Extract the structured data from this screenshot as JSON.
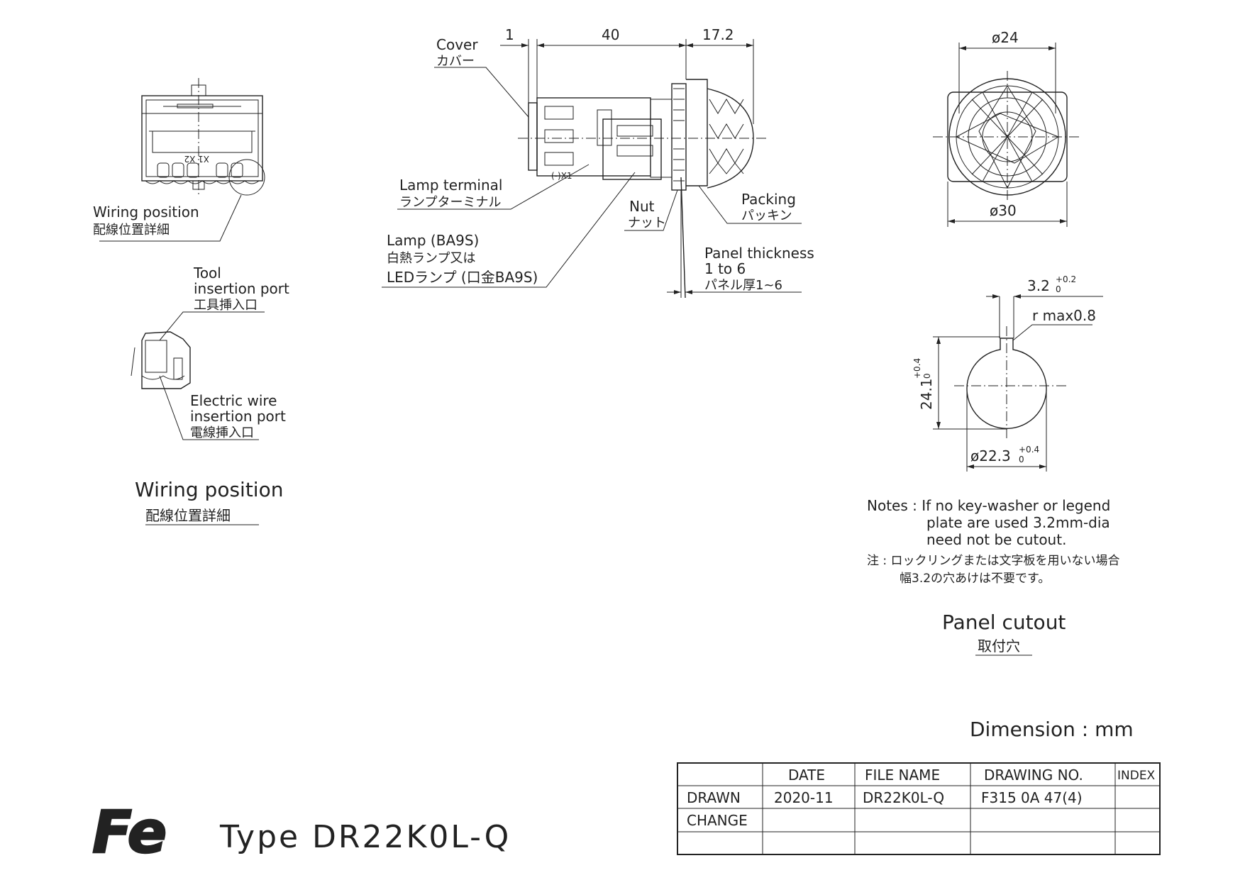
{
  "side_view": {
    "dim_1": "1",
    "dim_40": "40",
    "dim_17_2": "17.2",
    "cover_en": "Cover",
    "cover_jp": "カバー",
    "lamp_terminal_en": "Lamp terminal",
    "lamp_terminal_jp": "ランプターミナル",
    "lamp_en": "Lamp (BA9S)",
    "lamp_jp1": "白熱ランプ又は",
    "lamp_jp2": "LEDランプ (口金BA9S)",
    "nut_en": "Nut",
    "nut_jp": "ナット",
    "packing_en": "Packing",
    "packing_jp": "パッキン",
    "panel_thickness_en1": "Panel thickness",
    "panel_thickness_en2": "1 to 6",
    "panel_thickness_jp": "パネル厚1~6",
    "terminal_marking": "(-)X1"
  },
  "rear_view": {
    "wiring_position_en": "Wiring position",
    "wiring_position_jp": "配線位置詳細",
    "terminal_marking": "X1 X2"
  },
  "wiring_detail": {
    "tool_port_en1": "Tool",
    "tool_port_en2": "insertion port",
    "tool_port_jp": "工具挿入口",
    "wire_port_en1": "Electric wire",
    "wire_port_en2": "insertion port",
    "wire_port_jp": "電線挿入口",
    "caption_en": "Wiring position",
    "caption_jp": "配線位置詳細"
  },
  "front_view": {
    "dim_top": "ø24",
    "dim_bottom": "ø30"
  },
  "panel_cutout": {
    "key_width": "3.2",
    "key_width_tol_upper": "+0.2",
    "key_width_tol_lower": "0",
    "radius": "r max0.8",
    "height": "24.1",
    "height_tol_upper": "+0.4",
    "height_tol_lower": "0",
    "diameter": "ø22.3",
    "diameter_tol_upper": "+0.4",
    "diameter_tol_lower": "0",
    "caption_en": "Panel cutout",
    "caption_jp": "取付穴"
  },
  "notes": {
    "en_line1": "Notes : If no key-washer or legend",
    "en_line2": "plate are used 3.2mm-dia",
    "en_line3": "need not be cutout.",
    "jp_line1": "注 : ロックリングまたは文字板を用いない場合",
    "jp_line2": "幅3.2の穴あけは不要です。"
  },
  "dimension_unit": "Dimension : mm",
  "logo_text": "Fe",
  "type_label": "Type DR22K0L-Q",
  "title_block": {
    "headers": [
      "",
      "DATE",
      "FILE NAME",
      "DRAWING NO.",
      "INDEX"
    ],
    "rows": [
      [
        "DRAWN",
        "2020-11",
        "DR22K0L-Q",
        "F315 0A 47(4)",
        ""
      ],
      [
        "CHANGE",
        "",
        "",
        "",
        ""
      ],
      [
        "",
        "",
        "",
        "",
        ""
      ]
    ]
  }
}
